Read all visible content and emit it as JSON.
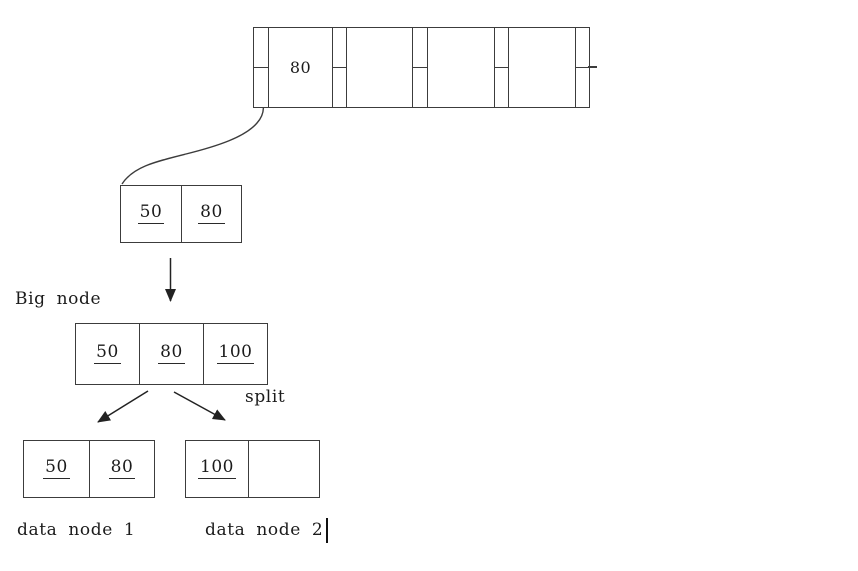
{
  "diagram": {
    "root_node": {
      "keys": [
        "80",
        "",
        "",
        ""
      ]
    },
    "child_node": {
      "keys": [
        "50",
        "80"
      ]
    },
    "big_node": {
      "label": "Big node",
      "keys": [
        "50",
        "80",
        "100"
      ]
    },
    "split_label": "split",
    "data_node_1": {
      "label": "data node 1",
      "keys": [
        "50",
        "80"
      ]
    },
    "data_node_2": {
      "label": "data node 2",
      "keys": [
        "100",
        ""
      ]
    }
  },
  "colors": {
    "line": "#3c3c3c",
    "text": "#1b1b1b",
    "background": "#ffffff"
  }
}
